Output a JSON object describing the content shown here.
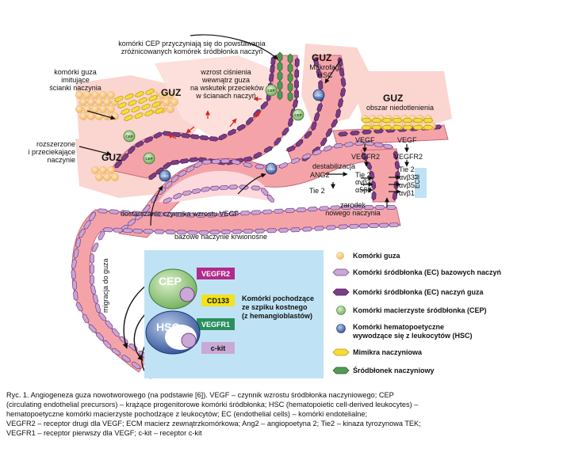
{
  "labels": {
    "cep_contribute": "komórki CEP przyczyniają się do powstawania",
    "cep_contribute2": "zróżnicowanych komórek śródbłonka naczyń",
    "tumor_mimic_1": "komórki guza",
    "tumor_mimic_2": "imitujące",
    "tumor_mimic_3": "ścianki naczynia",
    "pressure_1": "wzrost ciśnienia",
    "pressure_2": "wewnątrz guza",
    "pressure_3": "na wskutek przecieków",
    "pressure_4": "w ścianach naczyń",
    "dilated_1": "rozszerzone",
    "dilated_2": "i przeciekające",
    "dilated_3": "naczynie",
    "tumor": "GUZ",
    "macrophages_1": "Makrofagi",
    "macrophages_2": "HSC",
    "hypoxic": "obszar niedotlenienia",
    "vegf_a": "VEGF",
    "vegf_b": "VEGF",
    "vegfr2_a": "VEGFR2",
    "vegfr2_b": "VEGFR2",
    "destab": "destabilizacja",
    "ang2": "ANG2",
    "tie2_a": "Tie 2",
    "tie2_b": "Tie 2",
    "tie2_c": "Tie 2",
    "avb3_a": "αvβ3",
    "a5b2": "α5β2",
    "avb3_b": "αvβ3",
    "avb5": "αvβ5",
    "avb1": "αvβ1",
    "ecm": "ECM",
    "sprout_1": "zarodek",
    "sprout_2": "nowego naczynia",
    "vegf_delivery": "dostarczanie czynnika wzrostu VEGF",
    "base_vessel": "bazowe naczynie krwionośne",
    "migration": "migracja do guza",
    "cep": "CEP",
    "hsc": "HSC",
    "cd133": "CD133",
    "vegfr2_box": "VEGFR2",
    "vegfr1_box": "VEGFR1",
    "ckit": "c-kit",
    "marrow_1": "Komórki pochodzące",
    "marrow_2": "ze szpiku kostnego",
    "marrow_3": "(z hemangioblastów)"
  },
  "legend": [
    {
      "label": "Komórki guza",
      "icon": "tumor-cell-icon"
    },
    {
      "label": "Komórki śródbłonka (EC) bazowych naczyń",
      "icon": "base-ec-icon"
    },
    {
      "label": "Komórki śródbłonka (EC) naczyń guza",
      "icon": "tumor-ec-icon"
    },
    {
      "label": "Komórki macierzyste śródbłonka (CEP)",
      "icon": "cep-icon"
    },
    {
      "label": "Komórki hematopoetyczne",
      "icon": "hsc-icon"
    },
    {
      "label": "wywodzące się z leukocytów (HSC)",
      "icon": ""
    },
    {
      "label": "Mimikra naczyniowa",
      "icon": "mimicry-icon"
    },
    {
      "label": "Śródbłonek naczyniowy",
      "icon": "vascular-endothelium-icon"
    }
  ],
  "caption": [
    "Ryc. 1. Angiogeneza guza nowotworowego (na podstawie [6]). VEGF – czynnik wzrostu śródbłonka naczyniowego; CEP",
    "(circulating endothelial precursors) – krążące progenitorowe komórki śródbłonka; HSC (hematopoietic cell-derived leukocytes) –",
    "hematopoetyczne komórki macierzyste pochodzące z leukocytów; EC (endothelial cells) – komórki endotelialne;",
    "VEGFR2 – receptor drugi dla VEGF; ECM macierz zewnątrzkomórkowa; Ang2 – angiopoetyna 2; Tie2 – kinaza tyrozynowa TEK;",
    "VEGFR1 – receptor pierwszy dla VEGF; c-kit – receptor c-kit"
  ],
  "colors": {
    "vessel_fill": "#f4a4a9",
    "vessel_light": "#fbd9dc",
    "ec_base": "#c7a6d4",
    "ec_tumor": "#7b3d86",
    "tumor_cell": "#f6c77c",
    "cep": "#8cc47a",
    "hsc": "#3b5fa8",
    "mimicry": "#f6dc3a",
    "vascular_endo": "#4f9a54",
    "box_bg": "#bfe3f4",
    "vegfr2": "#b22a8a",
    "cd133": "#f3e21d",
    "vegfr1": "#2a8f5e",
    "ckit": "#c9a9d6"
  }
}
